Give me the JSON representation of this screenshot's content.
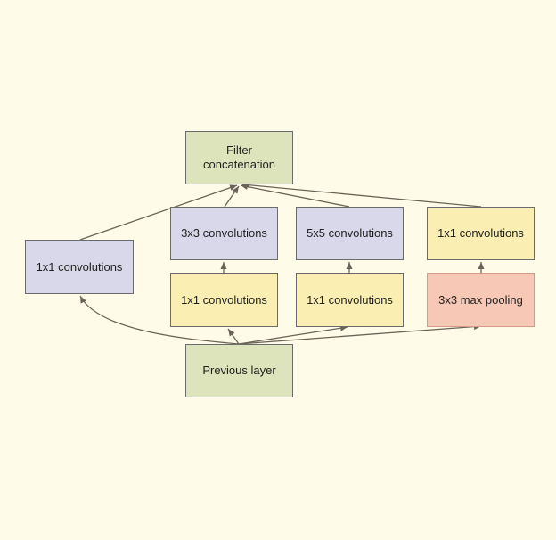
{
  "diagram": {
    "nodes": {
      "filter_concat": "Filter\nconcatenation",
      "left_1x1": "1x1 convolutions",
      "conv_3x3": "3x3 convolutions",
      "conv_5x5": "5x5 convolutions",
      "right_1x1": "1x1 convolutions",
      "reduce_3x3": "1x1 convolutions",
      "reduce_5x5": "1x1 convolutions",
      "max_pool": "3x3 max pooling",
      "previous_layer": "Previous layer"
    },
    "edges": [
      {
        "from": "previous_layer",
        "to": "left_1x1"
      },
      {
        "from": "previous_layer",
        "to": "reduce_3x3"
      },
      {
        "from": "previous_layer",
        "to": "reduce_5x5"
      },
      {
        "from": "previous_layer",
        "to": "max_pool"
      },
      {
        "from": "reduce_3x3",
        "to": "conv_3x3"
      },
      {
        "from": "reduce_5x5",
        "to": "conv_5x5"
      },
      {
        "from": "max_pool",
        "to": "right_1x1"
      },
      {
        "from": "left_1x1",
        "to": "filter_concat"
      },
      {
        "from": "conv_3x3",
        "to": "filter_concat"
      },
      {
        "from": "conv_5x5",
        "to": "filter_concat"
      },
      {
        "from": "right_1x1",
        "to": "filter_concat"
      }
    ],
    "colors": {
      "background": "#fefce8",
      "green": "#dde4bc",
      "purple": "#d8d8ea",
      "yellow": "#fbeeb2",
      "pink": "#f8c8b6",
      "edge": "#6a6458"
    }
  }
}
